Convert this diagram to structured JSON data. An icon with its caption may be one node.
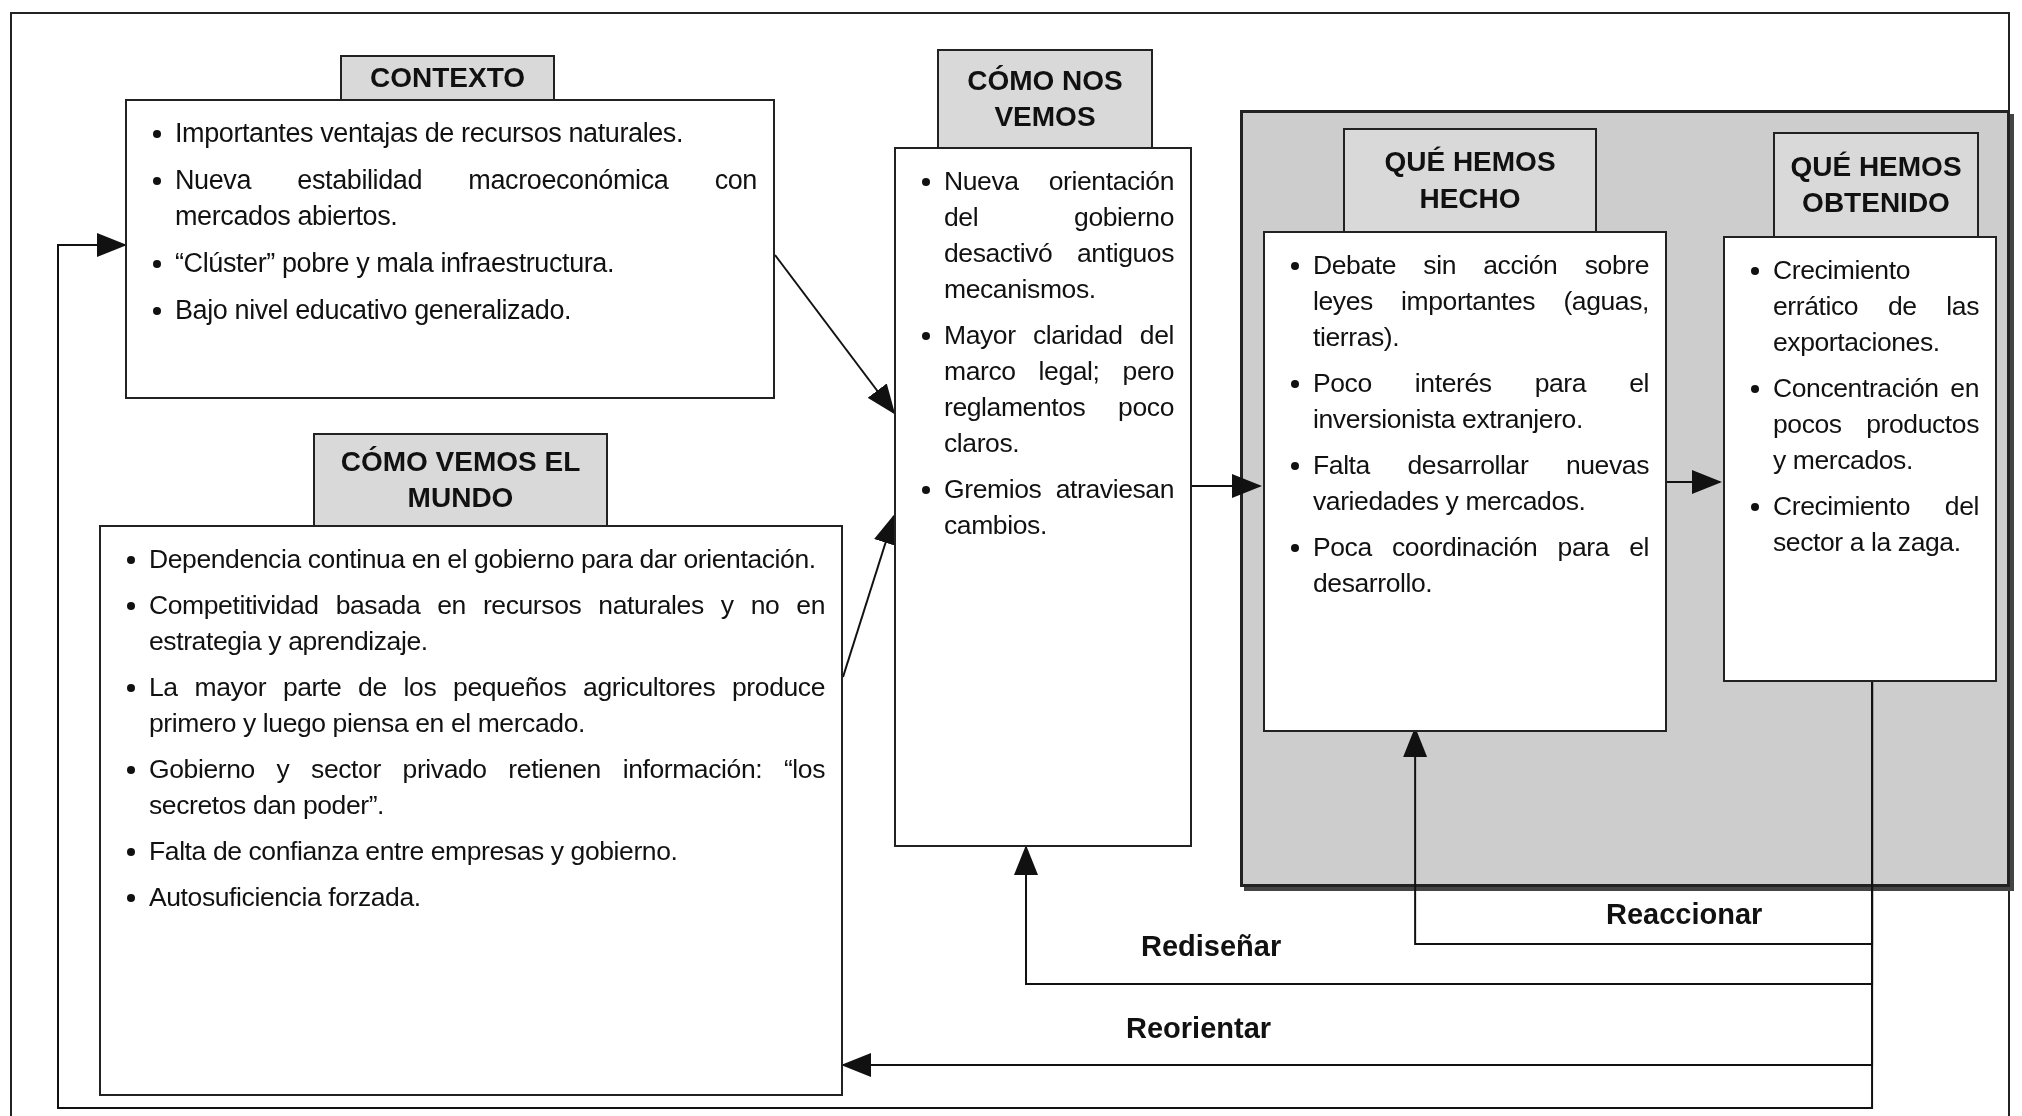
{
  "diagram": {
    "nodes": [
      {
        "text": [
          "CONTEXTO",
          "Importantes ventajas de recursos naturales.",
          "Nueva estabilidad macroeconómica con mercados abiertos.",
          "“Clúster” pobre y mala infraestructura.",
          "Bajo nivel educativo generalizado."
        ]
      },
      {
        "text": [
          "CÓMO VEMOS EL MUNDO",
          "Dependencia continua en el gobierno para dar orientación.",
          "Competitividad basada en recursos naturales y no en estrategia y aprendizaje.",
          "La mayor parte de los pequeños agricultores produce primero y luego piensa en el mercado.",
          "Gobierno y sector privado retienen información: “los secretos dan poder”.",
          "Falta de confianza entre empresas y gobierno.",
          "Autosuficiencia forzada."
        ]
      },
      {
        "text": [
          "CÓMO NOS VEMOS",
          "Nueva orientación del gobierno desactivó antiguos mecanismos.",
          "Mayor claridad del marco legal; pero reglamentos poco claros.",
          "Gremios atraviesan cambios."
        ]
      },
      {
        "text": [],
        "shape": "box"
      },
      {
        "text": [
          "QUÉ HEMOS HECHO",
          "Debate sin acción sobre leyes importantes (aguas, tierras).",
          "Poco interés para el inversionista extranjero.",
          "Falta desarrollar nuevas variedades y mercados.",
          "Poca coordinación para el desarrollo."
        ],
        "in": 3
      },
      {
        "text": [
          "QUÉ HEMOS OBTENIDO",
          "Crecimiento errático de las exportaciones.",
          "Concentración en pocos productos y mercados.",
          "Crecimiento del sector a la zaga."
        ],
        "in": 3
      }
    ],
    "edges": [
      {
        "from": 0,
        "to": 2,
        "arrow": "to"
      },
      {
        "from": 1,
        "to": 2,
        "arrow": "to"
      },
      {
        "from": 2,
        "to": 4,
        "arrow": "to"
      },
      {
        "from": 4,
        "to": 5,
        "arrow": "to"
      },
      {
        "from": 5,
        "to": 4,
        "arrow": "to",
        "label": "Reaccionar"
      },
      {
        "from": 5,
        "to": 2,
        "arrow": "to",
        "label": "Rediseñar"
      },
      {
        "from": 5,
        "to": 1,
        "arrow": "to",
        "label": "Reorientar"
      },
      {
        "from": 5,
        "to": 0,
        "arrow": "to"
      }
    ]
  }
}
